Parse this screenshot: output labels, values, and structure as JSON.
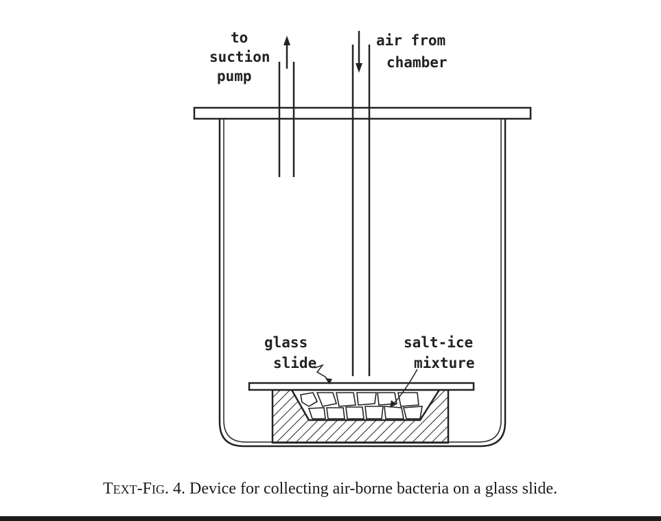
{
  "figure": {
    "labels": {
      "suction_line1": "to",
      "suction_line2": "suction",
      "suction_line3": "pump",
      "air_line1": "air from",
      "air_line2": "chamber",
      "slide_line1": "glass",
      "slide_line2": "slide",
      "ice_line1": "salt-ice",
      "ice_line2": "mixture"
    },
    "caption": {
      "prefix_big": "T",
      "prefix_small": "EXT",
      "dash": "-F",
      "prefix_small2": "IG",
      "rest": ". 4. Device for collecting air-borne bacteria on a glass slide."
    }
  }
}
